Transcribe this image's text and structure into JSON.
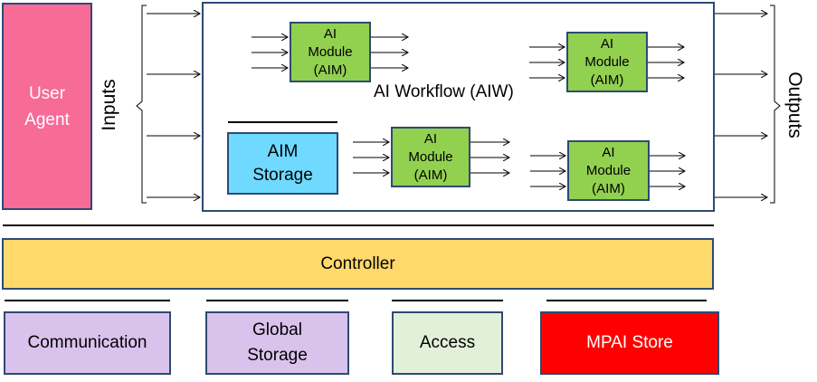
{
  "user_agent": {
    "line1": "User",
    "line2": "Agent"
  },
  "inputs_label": "Inputs",
  "outputs_label": "Outputs",
  "workflow_label": "AI Workflow (AIW)",
  "aim": {
    "line1": "AI",
    "line2": "Module",
    "line3": "(AIM)"
  },
  "aim_storage": {
    "line1": "AIM",
    "line2": "Storage"
  },
  "controller": "Controller",
  "bottom": {
    "communication": "Communication",
    "global_storage": {
      "line1": "Global",
      "line2": "Storage"
    },
    "access": "Access",
    "mpai_store": "MPAI Store"
  },
  "colors": {
    "user_agent": "#f76b98",
    "aim_module": "#92d050",
    "aim_storage": "#6fd9ff",
    "controller": "#ffd96b",
    "communication": "#d9c2ec",
    "global_storage": "#d9c2ec",
    "access": "#e2efd9",
    "mpai_store": "#ff0000",
    "border": "#2e4a73"
  }
}
